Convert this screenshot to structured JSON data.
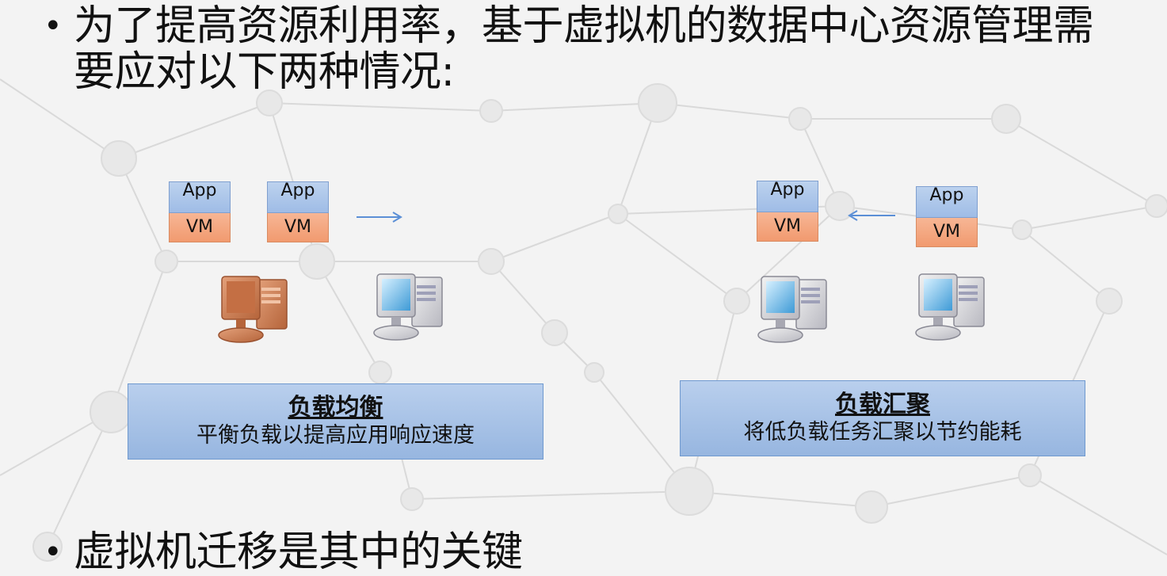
{
  "bullets": {
    "first": "为了提高资源利用率，基于虚拟机的数据中心资源管理需要应对以下两种情况:",
    "second": "虚拟机迁移是其中的关键",
    "marker": "•"
  },
  "left_scenario": {
    "stacks": [
      {
        "app": "App",
        "vm": "VM"
      },
      {
        "app": "App",
        "vm": "VM"
      }
    ],
    "title": "负载均衡",
    "subtitle": "平衡负载以提高应用响应速度"
  },
  "right_scenario": {
    "stacks": [
      {
        "app": "App",
        "vm": "VM"
      },
      {
        "app": "App",
        "vm": "VM"
      }
    ],
    "title": "负载汇聚",
    "subtitle": "将低负载任务汇聚以节约能耗"
  },
  "colors": {
    "app_fill": "#9fbce6",
    "vm_fill": "#f19a6f",
    "label_fill": "#a9c3e8",
    "arrow": "#5b8fd6",
    "busy_pc": "#c9774a"
  },
  "icons": {
    "migration_arrow": "arrow-icon",
    "computer": "computer-icon"
  }
}
